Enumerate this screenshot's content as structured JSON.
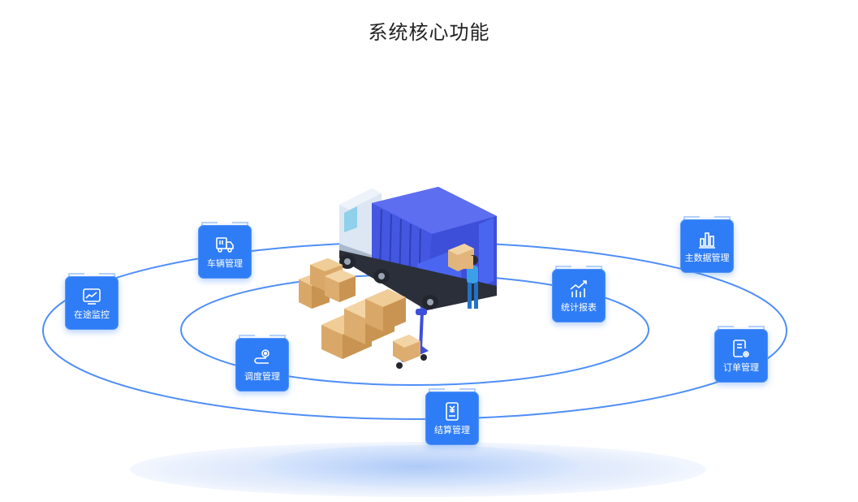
{
  "page": {
    "title": "系统核心功能"
  },
  "modules": [
    {
      "key": "vehicle",
      "label": "车辆管理",
      "icon": "truck-icon"
    },
    {
      "key": "transit",
      "label": "在途监控",
      "icon": "line-chart-icon"
    },
    {
      "key": "dispatch",
      "label": "调度管理",
      "icon": "route-pin-icon"
    },
    {
      "key": "settlement",
      "label": "结算管理",
      "icon": "yuan-document-icon"
    },
    {
      "key": "orders",
      "label": "订单管理",
      "icon": "document-gear-icon"
    },
    {
      "key": "reports",
      "label": "统计报表",
      "icon": "trend-bars-icon"
    },
    {
      "key": "master",
      "label": "主数据管理",
      "icon": "bar-chart-icon"
    }
  ],
  "colors": {
    "accent": "#2f7df6",
    "orbit": "#3b82f6",
    "truck_body": "#3d4fd8",
    "box": "#e7c18b"
  }
}
